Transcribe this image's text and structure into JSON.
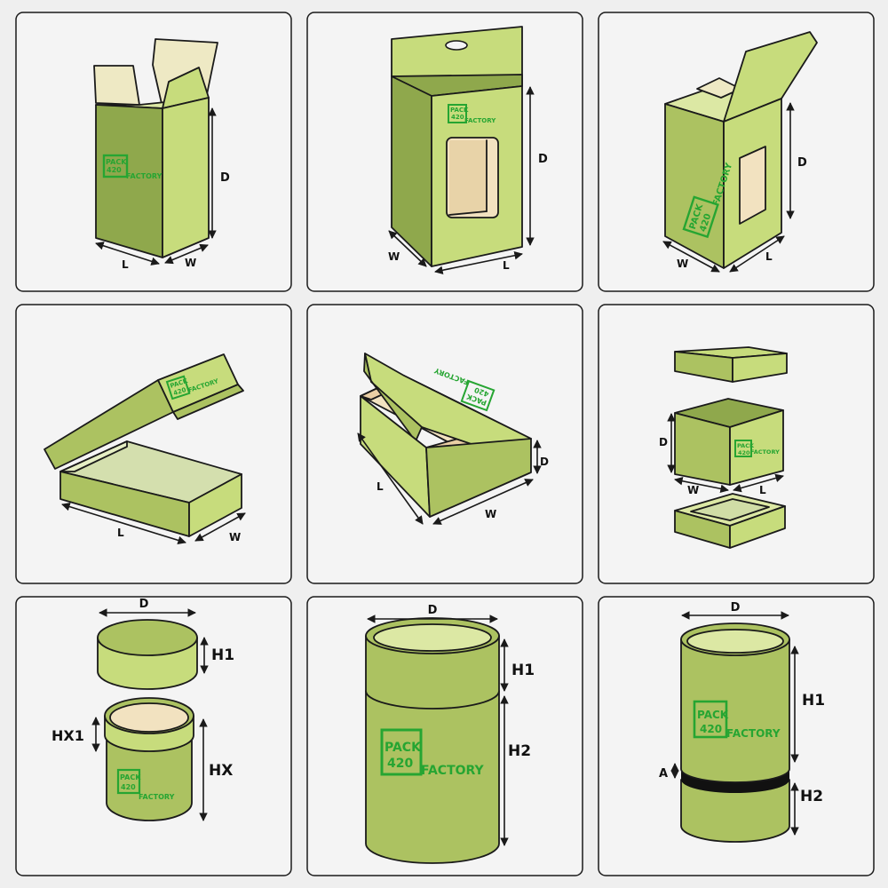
{
  "colors": {
    "background": "#efefef",
    "panel": "#f4f4f4",
    "dark_green": "#8fa84c",
    "mid_green": "#acc261",
    "light_green": "#c7dc7c",
    "pale_green": "#dce8a4",
    "inner_cream": "#f2e2c0",
    "flap_cream": "#eee9c4",
    "logo_green": "#26a532",
    "outline": "#1a1a1a"
  },
  "logo": {
    "line1": "PACK",
    "line2": "420",
    "word": "FACTORY"
  },
  "panels": [
    {
      "name": "tuck-end-box",
      "labels": {
        "d": "D",
        "l": "L",
        "w": "W"
      }
    },
    {
      "name": "hanger-window-box",
      "labels": {
        "d": "D",
        "w": "W",
        "l": "L"
      }
    },
    {
      "name": "window-tuck-box",
      "labels": {
        "d": "D",
        "w": "W",
        "l": "L"
      }
    },
    {
      "name": "flat-hinged-box",
      "labels": {
        "l": "L",
        "w": "W"
      }
    },
    {
      "name": "mailer-box",
      "labels": {
        "l": "L",
        "w": "W",
        "d": "D"
      }
    },
    {
      "name": "lid-and-base-box",
      "labels": {
        "d": "D",
        "w": "W",
        "l": "L"
      }
    },
    {
      "name": "round-lid-jar",
      "labels": {
        "d": "D",
        "h1": "H1",
        "hx1": "HX1",
        "hx": "HX"
      }
    },
    {
      "name": "tube-with-lid",
      "labels": {
        "d": "D",
        "h1": "H1",
        "h2": "H2"
      }
    },
    {
      "name": "tube-with-band",
      "labels": {
        "d": "D",
        "h1": "H1",
        "h2": "H2",
        "a": "A"
      }
    }
  ]
}
